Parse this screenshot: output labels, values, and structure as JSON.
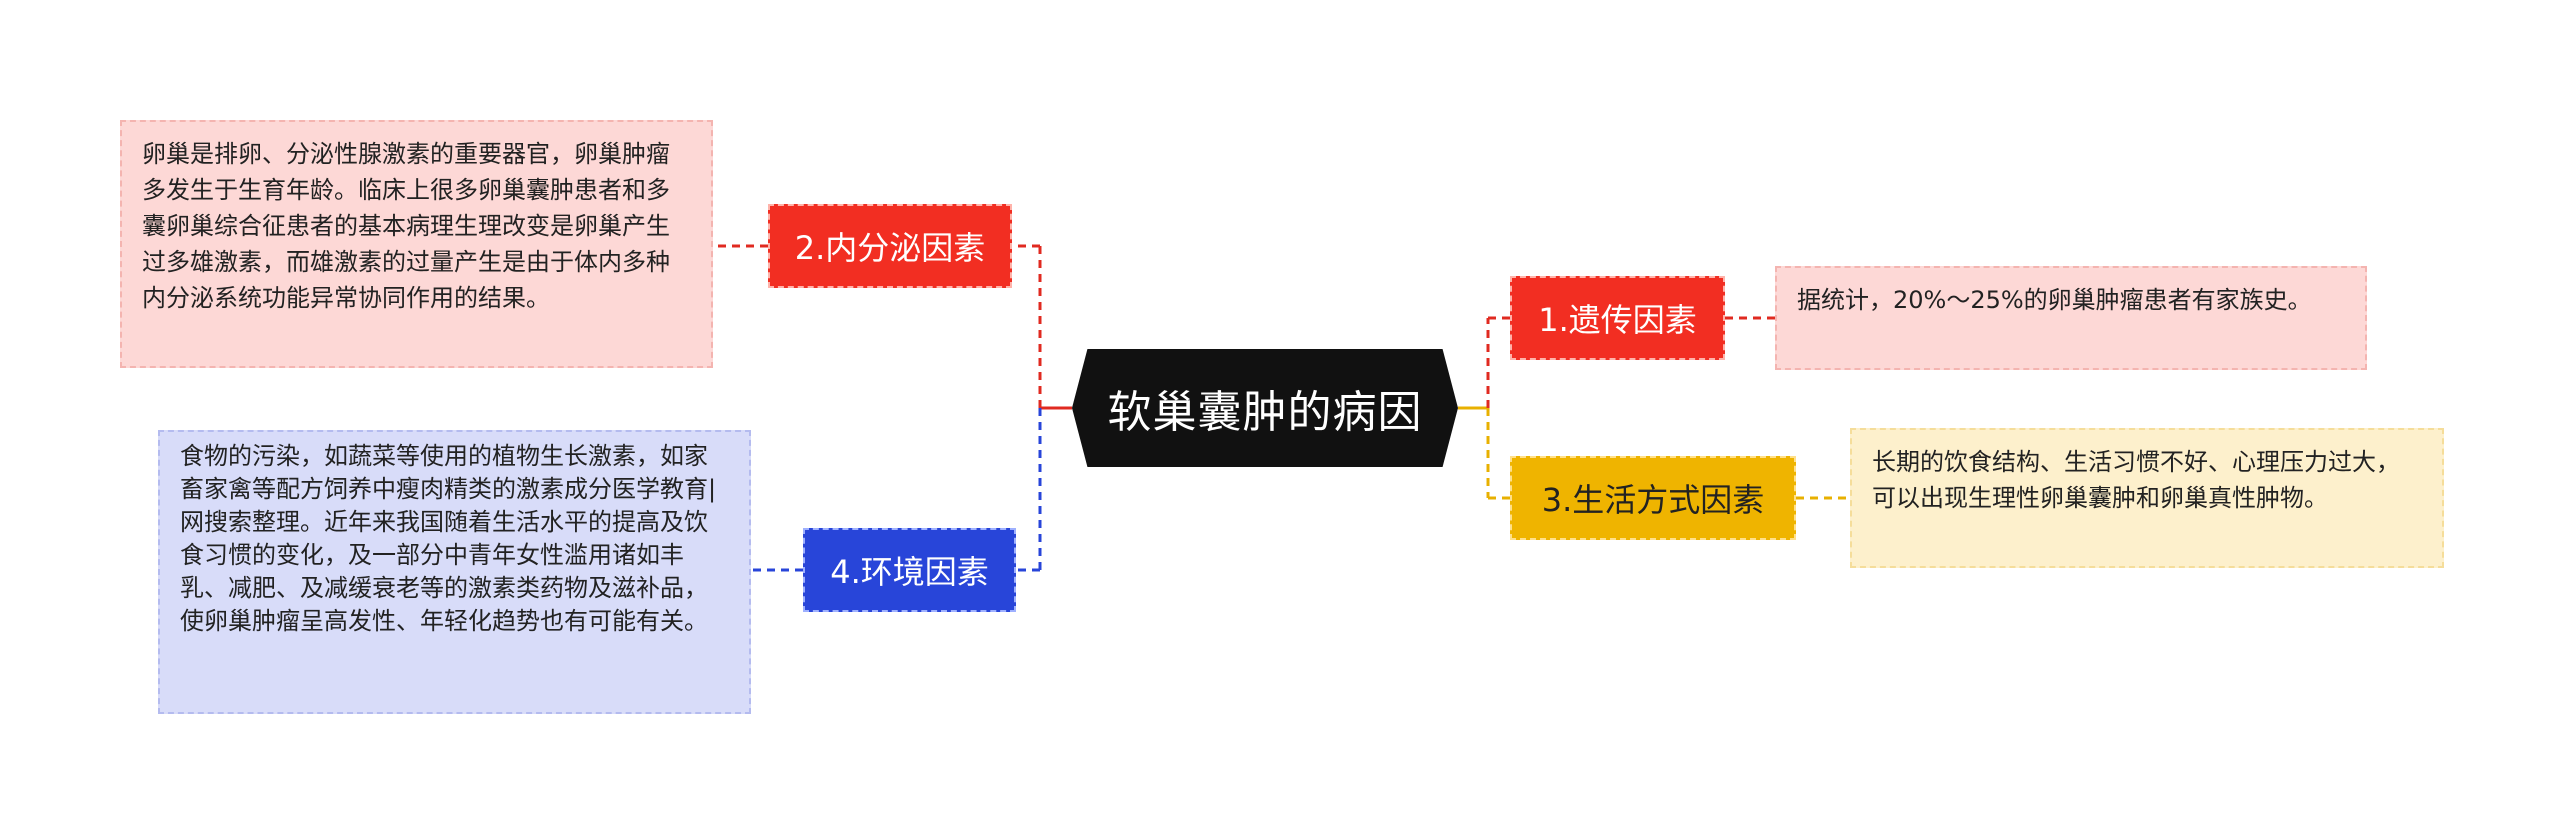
{
  "mindmap": {
    "center": {
      "label": "软巢囊肿的病因"
    },
    "branches": [
      {
        "id": "genetic",
        "label": "1.遗传因素",
        "color": "#f22e22",
        "note": "据统计，20%～25%的卵巢肿瘤患者有家族史。"
      },
      {
        "id": "endocrine",
        "label": "2.内分泌因素",
        "color": "#f22e22",
        "note": "卵巢是排卵、分泌性腺激素的重要器官，卵巢肿瘤多发生于生育年龄。临床上很多卵巢囊肿患者和多囊卵巢综合征患者的基本病理生理改变是卵巢产生过多雄激素，而雄激素的过量产生是由于体内多种内分泌系统功能异常协同作用的结果。"
      },
      {
        "id": "lifestyle",
        "label": "3.生活方式因素",
        "color": "#efb400",
        "note": "长期的饮食结构、生活习惯不好、心理压力过大，可以出现生理性卵巢囊肿和卵巢真性肿物。"
      },
      {
        "id": "environment",
        "label": "4.环境因素",
        "color": "#2845d9",
        "note": "食物的污染，如蔬菜等使用的植物生长激素，如家畜家禽等配方饲养中瘦肉精类的激素成分医学教育|网搜索整理。近年来我国随着生活水平的提高及饮食习惯的变化，及一部分中青年女性滥用诸如丰乳、减肥、及减缓衰老等的激素类药物及滋补品，使卵巢肿瘤呈高发性、年轻化趋势也有可能有关。"
      }
    ]
  }
}
